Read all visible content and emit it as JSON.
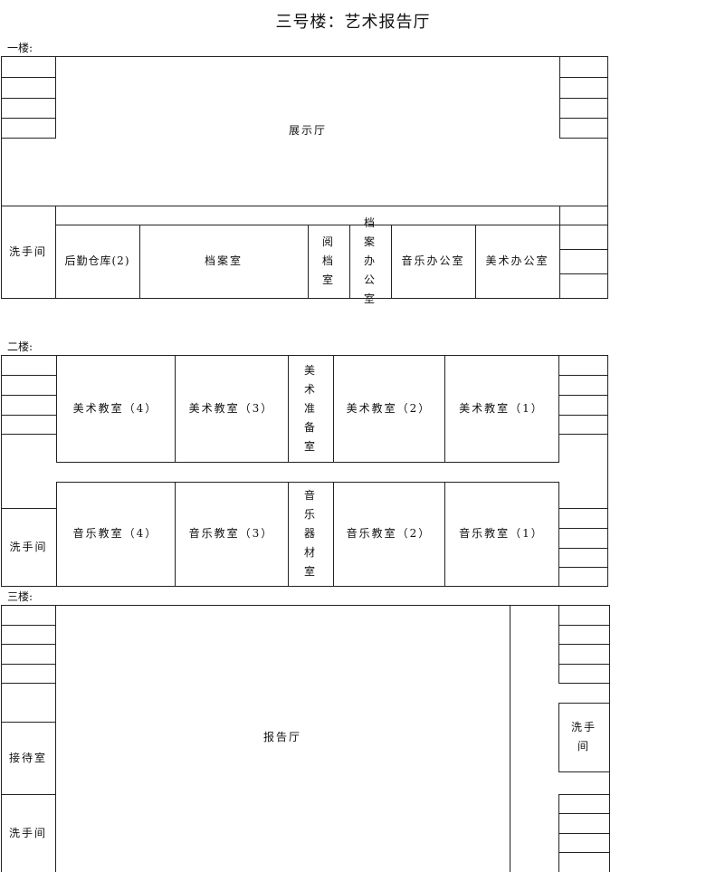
{
  "title": "三号楼：艺术报告厅",
  "floor1": {
    "label": "一楼:",
    "hall": "展示厅",
    "restroom": "洗手间",
    "rooms": [
      "后勤仓库(2)",
      "档案室",
      "阅档室",
      "档案办公室",
      "音乐办公室",
      "美术办公室"
    ]
  },
  "floor2": {
    "label": "二楼:",
    "restroom": "洗手间",
    "art_rooms": [
      "美术教室（4）",
      "美术教室（3）",
      "美术准备室",
      "美术教室（2）",
      "美术教室（1）"
    ],
    "music_rooms": [
      "音乐教室（4）",
      "音乐教室（3）",
      "音乐器材室",
      "音乐教室（2）",
      "音乐教室（1）"
    ]
  },
  "floor3": {
    "label": "三楼:",
    "hall": "报告厅",
    "reception": "接待室",
    "restroom_left": "洗手间",
    "restroom_right": "洗手间"
  }
}
